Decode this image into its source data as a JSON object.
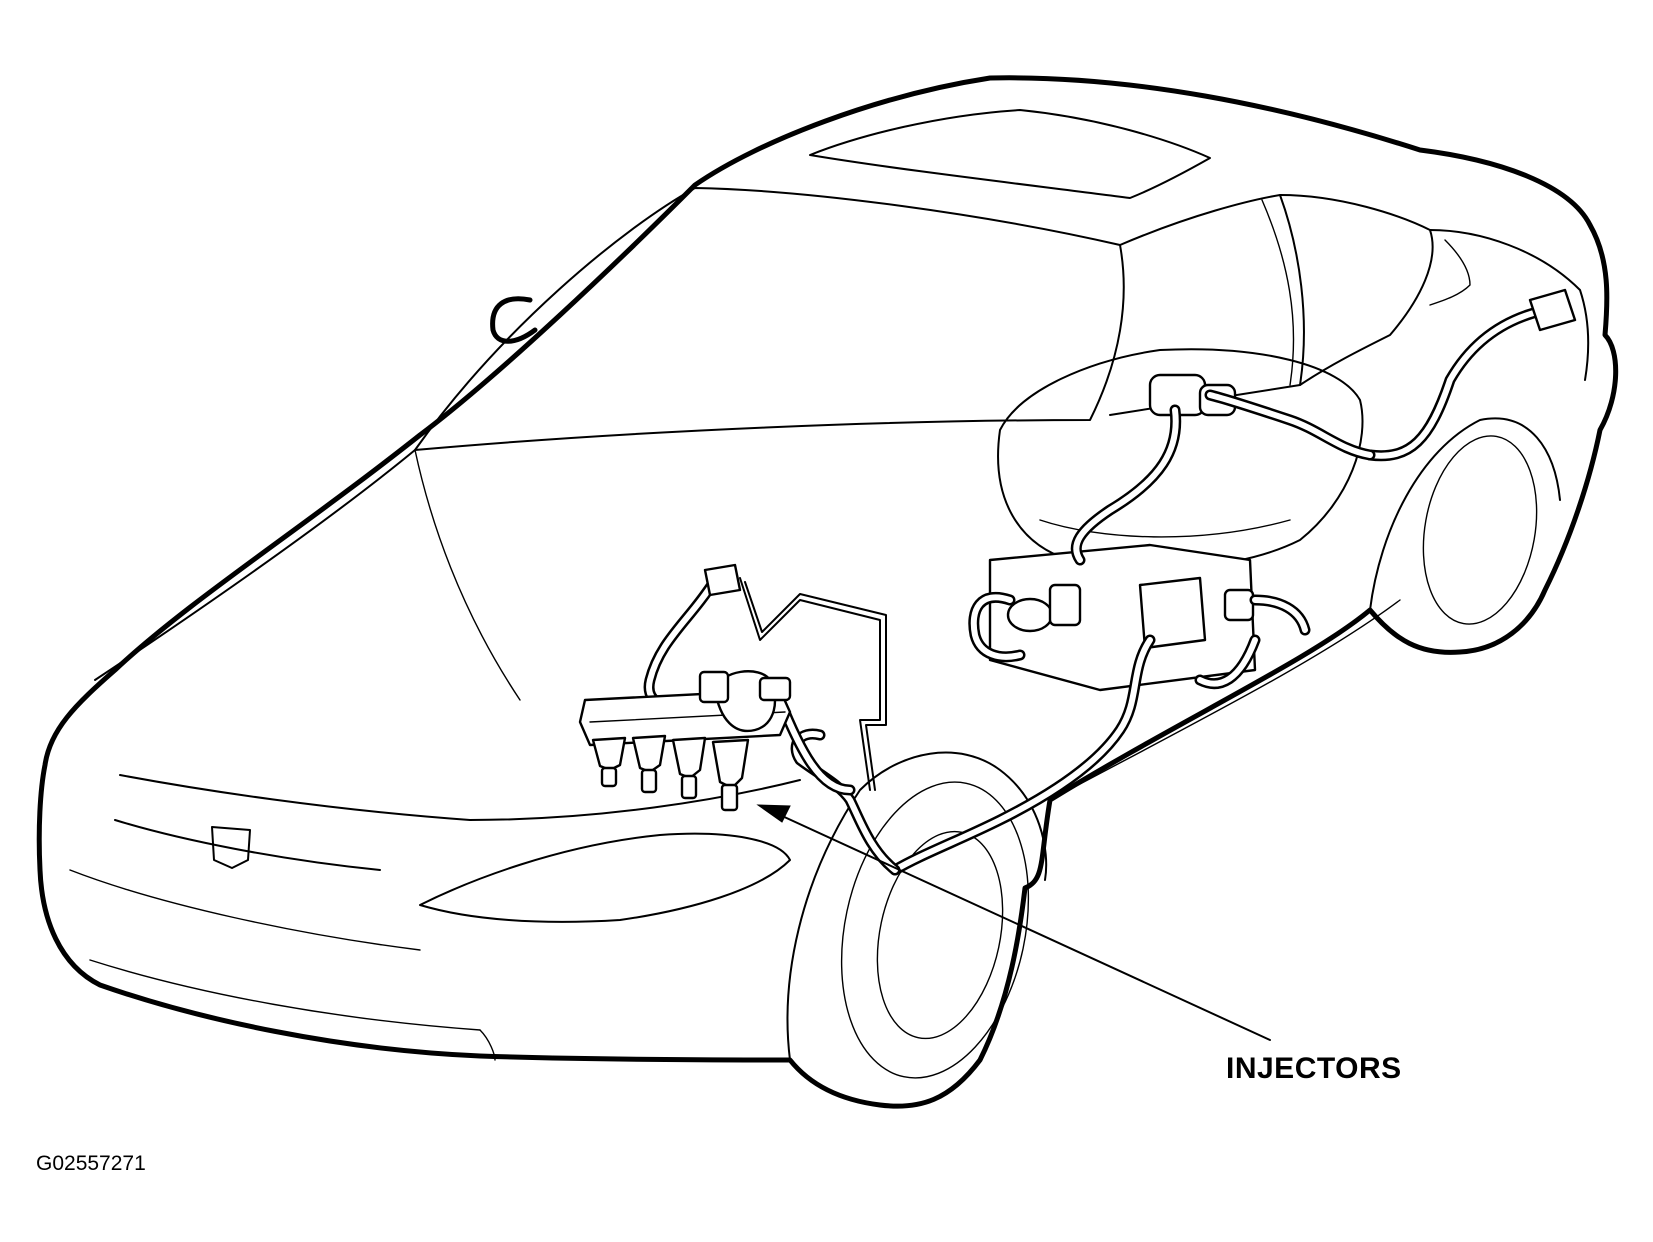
{
  "diagram": {
    "callouts": [
      {
        "id": "injectors",
        "text": "INJECTORS"
      }
    ],
    "figure_id": "G02557271",
    "colors": {
      "line": "#000000",
      "background": "#ffffff"
    }
  }
}
